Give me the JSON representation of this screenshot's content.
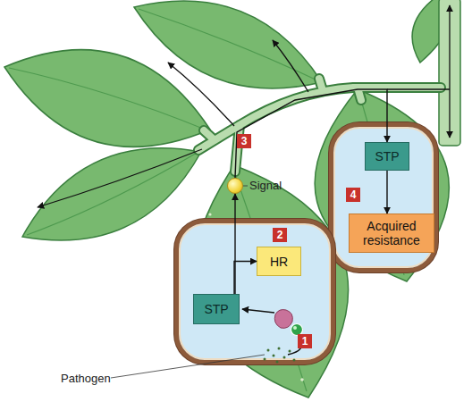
{
  "diagram": {
    "nodes": [
      {
        "text": [
          "Signal"
        ]
      },
      {
        "text": [
          "4"
        ]
      },
      {
        "text": [
          "STP"
        ],
        "in": 1
      },
      {
        "text": [
          "Acquired resistance"
        ],
        "in": 1
      },
      {
        "text": [
          "2"
        ]
      },
      {
        "text": [
          "HR"
        ],
        "in": 4
      },
      {
        "text": [
          "STP"
        ],
        "in": 4
      }
    ],
    "edges": [
      {
        "from": 6,
        "to": 5,
        "arrow": "to"
      },
      {
        "from": 6,
        "to": 0,
        "arrow": "to"
      },
      {
        "from": 0,
        "to": 2,
        "arrow": "to"
      },
      {
        "from": 2,
        "to": 3,
        "arrow": "to"
      }
    ],
    "labels": [
      "1",
      "3",
      "Pathogen"
    ]
  }
}
